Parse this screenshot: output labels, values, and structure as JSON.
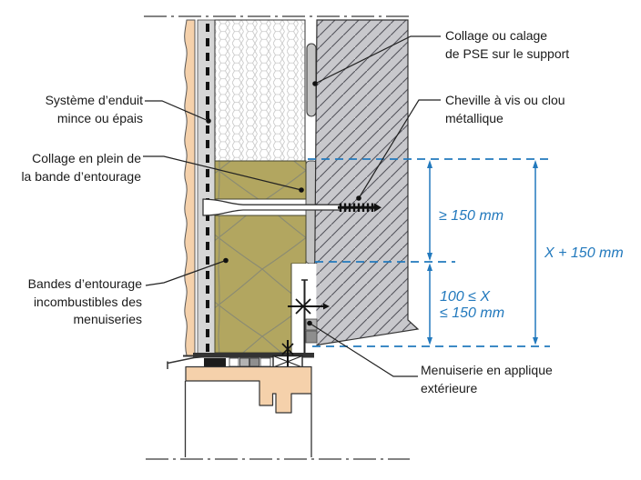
{
  "figure_type": "construction-section-detail",
  "callouts": {
    "collage_pse": {
      "line1": "Collage ou calage",
      "line2": "de PSE sur le support"
    },
    "cheville": {
      "line1": "Cheville à vis ou clou",
      "line2": "métallique"
    },
    "enduit": {
      "line1": "Système d’enduit",
      "line2": "mince ou épais"
    },
    "collage_bande": {
      "line1": "Collage en plein de",
      "line2": "la bande d’entourage"
    },
    "bandes": {
      "line1": "Bandes d’entourage",
      "line2": "incombustibles des",
      "line3": "menuiseries"
    },
    "menuiserie": {
      "line1": "Menuiserie en applique",
      "line2": "extérieure"
    }
  },
  "dimensions": {
    "upper": "≥ 150 mm",
    "lower_line1": "100 ≤ X",
    "lower_line2": "≤ 150 mm",
    "total": "X + 150 mm"
  },
  "colors": {
    "dimension_blue": "#2279bd",
    "label_text": "#1a1a1a",
    "wall_gray": "#c8c8cc",
    "mineral_wool": "#b2a660",
    "render_peach": "#f5d1ab",
    "mesh_layer_gray": "#d6d6d6",
    "adhesive_gray": "#c4c4c4",
    "pse_white": "#ffffff"
  }
}
